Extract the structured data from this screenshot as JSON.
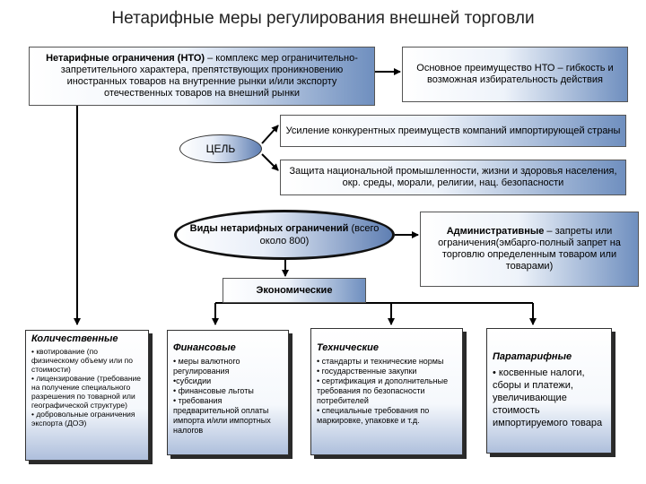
{
  "title": "Нетарифные меры регулирования внешней торговли",
  "nto_box": {
    "bold": "Нетарифные ограничения (НТО)",
    "rest": " – комплекс мер ограничительно-запретительного характера, препятствующих проникновению иностранных товаров на внутренние рынки и/или экспорту отечественных товаров на внешний рынки"
  },
  "advantage_box": "Основное преимущество НТО – гибкость и возможная избирательность действия",
  "goal_label": "ЦЕЛЬ",
  "goal_1": "Усиление конкурентных преимуществ компаний импортирующей страны",
  "goal_2": "Защита национальной промышленности, жизни и здоровья населения, окр. среды, морали, религии, нац. безопасности",
  "types": {
    "bold": "Виды нетарифных ограничений",
    "rest": " (всего около 800)"
  },
  "admin": {
    "bold": "Административные",
    "rest": " – запреты или ограничения(эмбарго-полный запрет на торговлю определенным товаром или товарами)"
  },
  "economic": "Экономические",
  "cards": [
    {
      "title": "Количественные",
      "items": [
        "• квотирование (по физическому объему или по стоимости)",
        "• лицензирование (требование на получение специального разрешения по товарной или географической структуре)",
        "• добровольные ограничения экспорта (ДОЭ)"
      ]
    },
    {
      "title": "Финансовые",
      "items": [
        "• меры валютного регулирования",
        "•субсидии",
        "• финансовые льготы",
        "• требования предварительной оплаты импорта и/или импортных налогов"
      ]
    },
    {
      "title": "Технические",
      "items": [
        "• стандарты и технические нормы",
        "• государственные закупки",
        "• сертификация и дополнительные требования по безопасности потребителей",
        "• специальные требования по маркировке, упаковке и т.д."
      ]
    },
    {
      "title": "Паратарифные",
      "items": [
        "• косвенные налоги, сборы и платежи, увеличивающие стоимость импортируемого товара"
      ]
    }
  ]
}
